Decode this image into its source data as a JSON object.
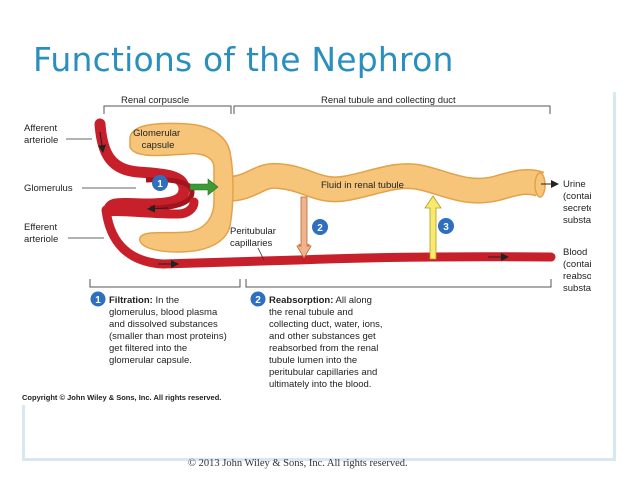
{
  "slide": {
    "title": "Functions of the Nephron",
    "footer": "© 2013 John Wiley & Sons, Inc. All rights reserved."
  },
  "figure": {
    "header_left": "Renal corpuscle",
    "header_right": "Renal tubule and collecting duct",
    "labels": {
      "afferent": [
        "Afferent",
        "arteriole"
      ],
      "glomerular_capsule": [
        "Glomerular",
        "capsule"
      ],
      "glomerulus": "Glomerulus",
      "efferent": [
        "Efferent",
        "arteriole"
      ],
      "fluid": "Fluid in renal tubule",
      "peritubular": [
        "Peritubular",
        "capillaries"
      ],
      "urine": [
        "Urine",
        "(contains",
        "secreted",
        "substances)"
      ],
      "blood": [
        "Blood",
        "(contains",
        "reabsorbed",
        "substances)"
      ]
    },
    "markers": [
      "1",
      "2",
      "3"
    ],
    "filtration": {
      "number": "1",
      "heading": "Filtration:",
      "lines": [
        " In the",
        "glomerulus, blood plasma",
        "and dissolved substances",
        "(smaller than most proteins)",
        "get filtered into the",
        "glomerular capsule."
      ]
    },
    "reabsorption": {
      "number": "2",
      "heading": "Reabsorption:",
      "lines": [
        " All along",
        "the renal tubule and",
        "collecting duct, water, ions,",
        "and other substances get",
        "reabsorbed from the renal",
        "tubule lumen into the",
        "peritubular capillaries and",
        "ultimately into the blood."
      ]
    },
    "copyright": "Copyright © John Wiley & Sons, Inc. All rights reserved."
  },
  "colors": {
    "title": "#2a8fbe",
    "vessel": "#c8202b",
    "tubule": "#f6c57a",
    "marker": "#2f6fc0",
    "arrow_green": "#3d9a35",
    "arrow_yellow": "#f7ea6e"
  }
}
